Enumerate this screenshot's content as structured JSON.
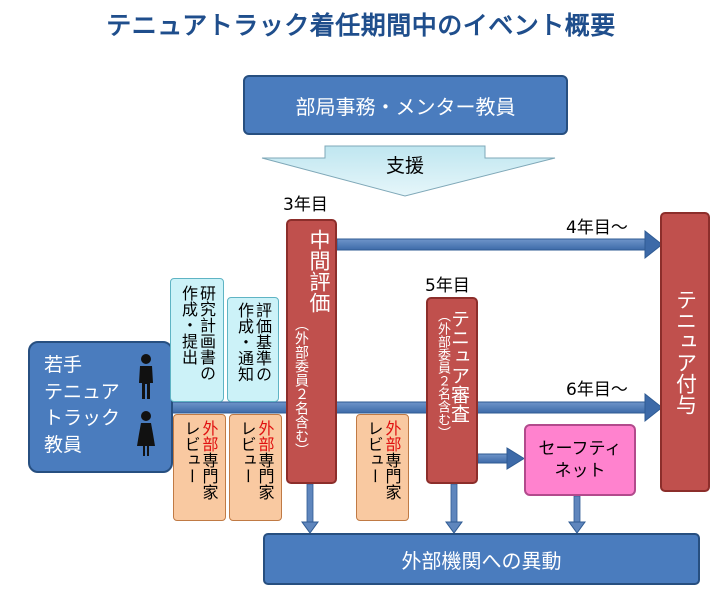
{
  "title": "テニュアトラック着任期間中のイベント概要",
  "top_box": "部局事務・メンター教員",
  "support_label": "支援",
  "year3": "3年目",
  "year4": "4年目～",
  "year5": "5年目",
  "year6": "6年目～",
  "midterm": {
    "main": "中間評価",
    "sub": "（外部委員２名含む）"
  },
  "tenure_review": {
    "main": "テニュア審査",
    "sub": "（外部委員２名含む）"
  },
  "tenure_grant": "テニュア付与",
  "safety_net": {
    "line1": "セーフティ",
    "line2": "ネット"
  },
  "young_faculty": [
    "若手",
    "テニュア",
    "トラック",
    "教員"
  ],
  "research_plan": {
    "col1": "研究計画書の",
    "col2": "作成・提出"
  },
  "eval_criteria": {
    "col1": "評価基準の",
    "col2": "作成・通知"
  },
  "external_review": {
    "red": "外部",
    "rest": "専門家",
    "col2": "レビュー"
  },
  "bottom_box": "外部機関への異動",
  "colors": {
    "blue": "#4a7cbe",
    "red": "#c0504d",
    "pink": "#ff82ce",
    "cyan": "#ccf2f8",
    "peach": "#f9c9a1",
    "title": "#1f4e8c"
  }
}
